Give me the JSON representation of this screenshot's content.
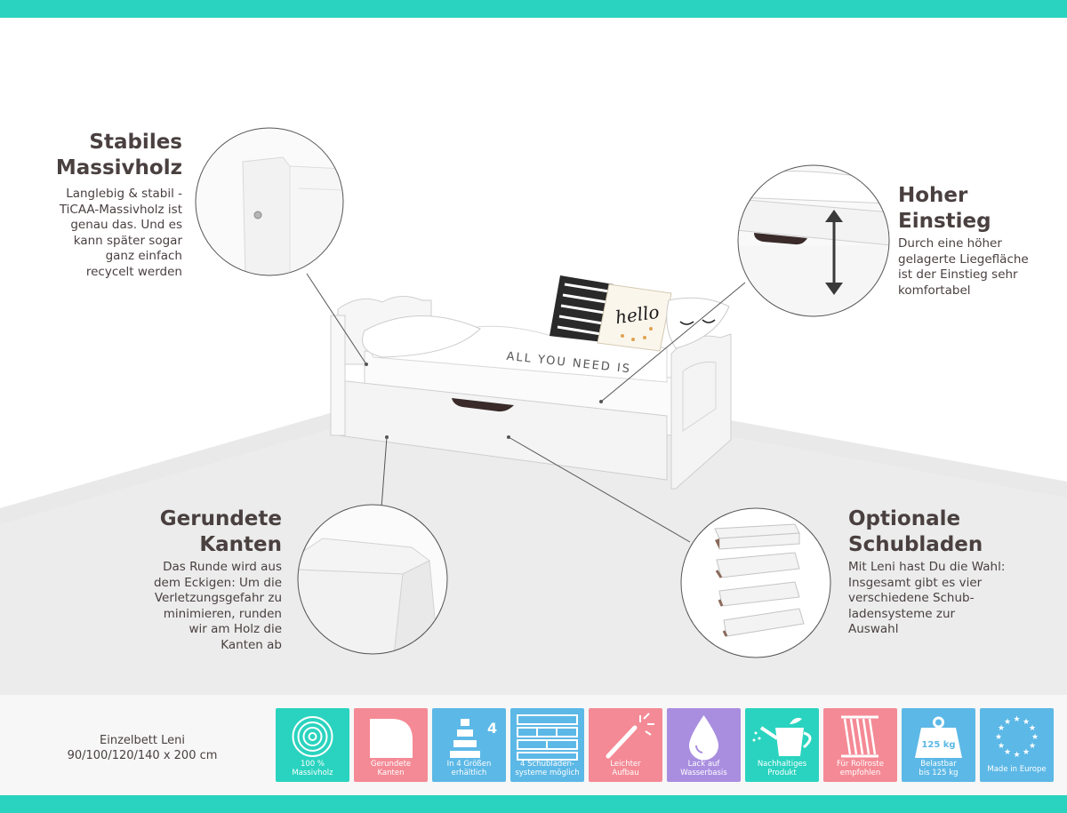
{
  "colors": {
    "accent": "#2ad3bf",
    "text": "#4a4040",
    "floor": "#ececec"
  },
  "features": {
    "massivholz": {
      "title_line1": "Stabiles",
      "title_line2": "Massivholz",
      "text": [
        "Langlebig & stabil -",
        "TiCAA-Massivholz ist",
        "genau das. Und es",
        "kann später sogar",
        "ganz einfach",
        "recycelt werden"
      ]
    },
    "einstieg": {
      "title_line1": "Hoher",
      "title_line2": "Einstieg",
      "text": [
        "Durch eine höher",
        "gelagerte Liegefläche",
        "ist der Einstieg sehr",
        "komfortabel"
      ]
    },
    "kanten": {
      "title_line1": "Gerundete",
      "title_line2": "Kanten",
      "text": [
        "Das Runde wird aus",
        "dem Eckigen: Um die",
        "Verletzungsgefahr zu",
        "minimieren, runden",
        "wir am Holz die",
        "Kanten ab"
      ]
    },
    "schubladen": {
      "title_line1": "Optionale",
      "title_line2": "Schubladen",
      "text": [
        "Mit Leni hast Du die Wahl:",
        "Insgesamt gibt es vier",
        "verschiedene Schub-",
        "ladensysteme zur",
        "Auswahl"
      ]
    }
  },
  "pillows": {
    "hello": "hello",
    "bedding_text": "ALL YOU NEED IS"
  },
  "product": {
    "name": "Einzelbett Leni",
    "sizes": "90/100/120/140 x 200 cm"
  },
  "badges": [
    {
      "icon": "rings-icon",
      "color": "#2ad3bf",
      "label1": "100 %",
      "label2": "Massivholz"
    },
    {
      "icon": "rounded-corner-icon",
      "color": "#f48a95",
      "label1": "Gerundete",
      "label2": "Kanten"
    },
    {
      "icon": "sizes-icon",
      "color": "#5cb8e6",
      "label1": "In 4 Größen",
      "label2": "erhältlich",
      "number": "4"
    },
    {
      "icon": "drawer-systems-icon",
      "color": "#5cb8e6",
      "label1": "4 Schubladen-",
      "label2": "systeme möglich"
    },
    {
      "icon": "magic-wand-icon",
      "color": "#f48a95",
      "label1": "Leichter",
      "label2": "Aufbau"
    },
    {
      "icon": "water-drop-icon",
      "color": "#a98ee0",
      "label1": "Lack auf",
      "label2": "Wasserbasis"
    },
    {
      "icon": "watering-can-icon",
      "color": "#2ad3bf",
      "label1": "Nachhaltiges",
      "label2": "Produkt"
    },
    {
      "icon": "slatted-frame-icon",
      "color": "#f48a95",
      "label1": "Für Rollroste",
      "label2": "empfohlen"
    },
    {
      "icon": "weight-icon",
      "color": "#5cb8e6",
      "label1": "Belastbar",
      "label2": "bis 125 kg",
      "number": "125 kg"
    },
    {
      "icon": "eu-flag-icon",
      "color": "#5cb8e6",
      "label1": "Made in Europe",
      "label2": ""
    }
  ]
}
